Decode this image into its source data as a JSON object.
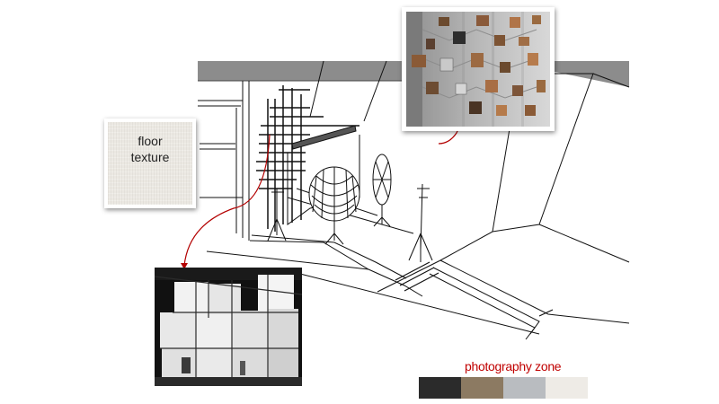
{
  "floor_texture": {
    "label_line1": "floor",
    "label_line2": "texture"
  },
  "photography_zone": {
    "title": "photography zone",
    "swatches": [
      {
        "name": "charcoal",
        "color": "#2b2b2b"
      },
      {
        "name": "taupe",
        "color": "#8c7a62"
      },
      {
        "name": "light-gray",
        "color": "#b9bcc0"
      },
      {
        "name": "off-white",
        "color": "#eeebe6"
      }
    ]
  },
  "colors": {
    "arrow": "#b30000",
    "ceiling": "#8c8c8c",
    "line": "#111111"
  }
}
